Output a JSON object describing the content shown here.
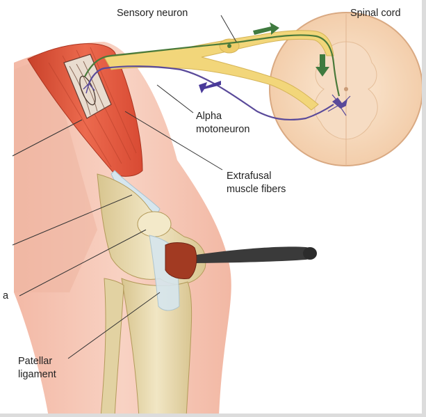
{
  "labels": {
    "sensory_neuron": "Sensory neuron",
    "spinal_cord": "Spinal cord",
    "alpha_motoneuron": [
      "Alpha",
      "motoneuron"
    ],
    "extrafusal_muscle_fibers": [
      "Extrafusal",
      "muscle fibers"
    ],
    "partial_left_a": "a",
    "patellar_ligament": [
      "Patellar",
      "ligament"
    ]
  },
  "colors": {
    "sensory_neuron": "#4a7a3a",
    "motor_neuron": "#5a4a9a",
    "muscle": "#e2553a",
    "nerve": "#f2d67a",
    "bone": "#e9dcb2",
    "skin": "#f6c6b4",
    "ligament": "#cfe0ea",
    "hammer": "#3a3a3a"
  },
  "icons": [
    "reflex-hammer-icon",
    "afferent-arrow-icon",
    "efferent-arrow-icon",
    "descending-arrow-icon"
  ]
}
